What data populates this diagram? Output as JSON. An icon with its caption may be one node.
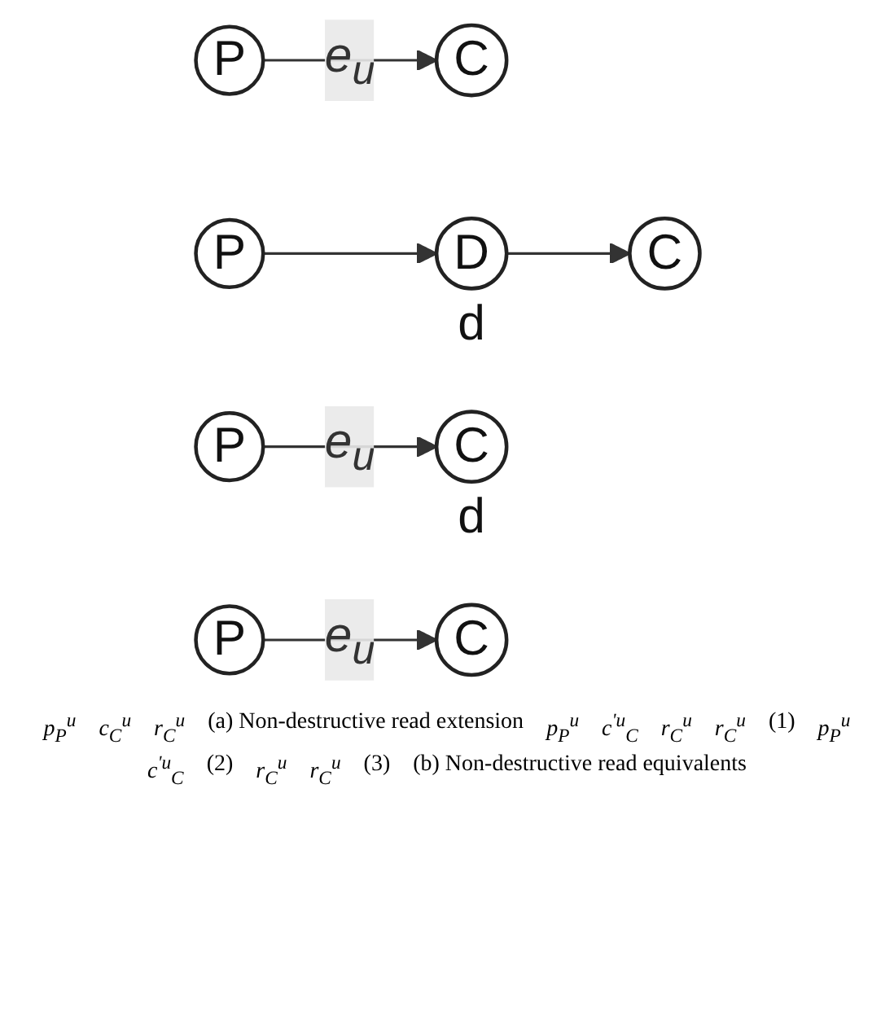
{
  "diagram": {
    "nodes": [
      {
        "text": [
          "P"
        ]
      },
      {
        "text": [
          "C"
        ]
      },
      {
        "text": [
          "P"
        ]
      },
      {
        "text": [
          "D"
        ],
        "beside": [
          "d"
        ]
      },
      {
        "text": [
          "C"
        ]
      },
      {
        "text": [
          "P"
        ]
      },
      {
        "text": [
          "C"
        ],
        "beside": [
          "d"
        ]
      },
      {
        "text": [
          "P"
        ]
      },
      {
        "text": [
          "C"
        ]
      }
    ],
    "edges": [
      {
        "from": 0,
        "to": 1,
        "arrow": "to",
        "label": "e$_{u}$"
      },
      {
        "from": 2,
        "to": 3,
        "arrow": "to"
      },
      {
        "from": 3,
        "to": 4,
        "arrow": "to"
      },
      {
        "from": 5,
        "to": 6,
        "arrow": "to",
        "label": "e$_{u}$"
      },
      {
        "from": 7,
        "to": 8,
        "arrow": "to",
        "label": "e$_{u}$"
      }
    ],
    "labels": [
      "p$_{P}$$^{u}$",
      "c$_{C}$$^{u}$",
      "r$_{C}$$^{u}$",
      "(a) Non-destructive read extension",
      "p$_{P}$$^{u}$",
      "c$^{'u}$$_{C}$",
      "r$_{C}$$^{u}$",
      "r$_{C}$$^{u}$",
      "(1)",
      "p$_{P}$$^{u}$",
      "c$^{'u}$$_{C}$",
      "(2)",
      "r$_{C}$$^{u}$",
      "r$_{C}$$^{u}$",
      "(3)",
      "(b) Non-destructive read equivalents"
    ]
  }
}
